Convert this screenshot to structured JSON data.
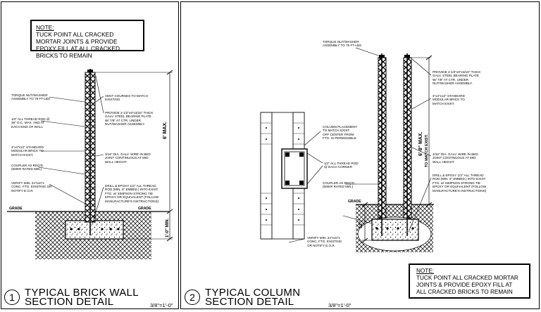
{
  "left_panel": {
    "note": {
      "title": "NOTE:",
      "text": "TUCK POINT ALL CRACKED MORTAR JOINTS & PROVIDE EPOXY FILL AT ALL CRACKED BRICKS TO REMAIN"
    },
    "labels": {
      "torque": "TORQUE NUT/WASHER\nASSEMBLY TO 75 FT-LBS",
      "rod": "1/2\" ALL THREAD ROD @\n36\" O.C. MAX. AND AT\nEACH END OF WALL",
      "brick": "4\"x4\"x12\" STANDARD\nMODULAR BRICK TO\nMATCH EXIST.",
      "coupler": "COUPLER AS REQ'D.\n(5000# RATED MIN.)",
      "verify": "VERIFY MIN. 24\"x10\"x\nCONC. FTG. EXISTING OR\nNOTIFY E.O.R.",
      "vent": "VENT COURSES TO MATCH\nEXISTING",
      "plate": "PROVIDE 2-1/2\"x8\"x3/16\" THICK\nGALV. STEEL BEARING PLATE\nW/ 7/8\" AT CTR. UNDER\nNUT/WASHER ASSEMBLY.",
      "wire": "3/16\" DIA. GALV. WIRE IN BED\nJOINT CONTINUOUS AT MID\nWALL HEIGHT",
      "drill": "DRILL & EPOXY 1/2\" ALL THREAD\nROD (MIN. 6\" EMBED.) INTO EXIST.\nFTG. w/ SIMPSON STRONG TIE\nEPOXY OR EQUIVALENT (FOLLOW\nMANUFACTURE'S INSTRUCTIONS)",
      "grade_left": "GRADE",
      "grade_right": "GRADE"
    },
    "dims": {
      "height": "6' MAX.",
      "footing": "1'-0\" MIN."
    },
    "title": {
      "number": "1",
      "line1": "TYPICAL BRICK WALL",
      "line2": "SECTION DETAIL"
    },
    "scale": "3/8\"=1'-0\""
  },
  "right_panel": {
    "note": {
      "title": "NOTE:",
      "text": "TUCK POINT ALL CRACKED MORTAR JOINTS & PROVIDE EPOXY FILL AT ALL CRACKED BRICKS TO REMAIN"
    },
    "labels": {
      "torque": "TORQUE NUT/WASHER\nASSEMBLY TO 75 FT-LBS",
      "placement": "COLUMN PLACEMENT\nTO MATCH EXIST.\nOFF CENTER FROM\nFTG. IS PERMISSIBLE",
      "rod": "1/2\" ALL THREAD ROD\n@ EACH CORNER",
      "coupler": "COUPLER AS REQ'D.\n(5000# RATED MIN.)",
      "verify": "VERIFY MIN. 24\"x10\"x\nCONC. FTG. EXISTING\nOR NOTIFY E.O.R.",
      "plate": "PROVIDE 2-1/2\"x8\"x3/16\" THICK\nGALV. STEEL BEARING PLATE\nW/ 7/8\" AT CTR. UNDER\nNUT/WASHER ASSEMBLY.",
      "brick": "4\"x4\"x12\" STANDARD\nMODULAR BRICK TO\nMATCH EXIST.",
      "wire": "3/16\" DIA. GALV. WIRE IN BED\nJOINT CONTINUOUS AT MID\nWALL HEIGHT",
      "drill": "DRILL & EPOXY 1/2\" ALL THREAD\nROD (MIN. 6\" EMBED.) INTO EXIST.\nFTG. w/ SIMPSON STRONG TIE\nEPOXY OR EQUIVALENT (FOLLOW\nMANUFACTURE'S INSTRUCTIONS)",
      "grade": "GRADE"
    },
    "dims": {
      "height": "6'-8\" MAX.",
      "height2": "TO MATCH EXIST.",
      "footing": "12\""
    },
    "title": {
      "number": "2",
      "line1": "TYPICAL COLUMN",
      "line2": "SECTION DETAIL"
    },
    "scale": "3/8\"=1'-0\""
  }
}
